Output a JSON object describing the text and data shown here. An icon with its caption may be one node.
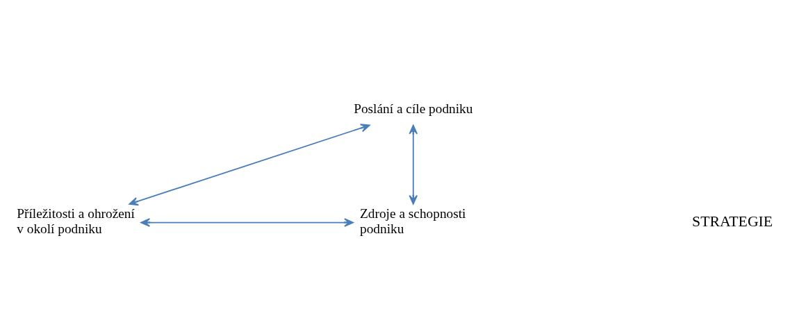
{
  "diagram": {
    "nodes": [
      {
        "text": [
          "Poslání a cíle podniku"
        ]
      },
      {
        "text": [
          "Příležitosti a ohrožení v okolí podniku"
        ]
      },
      {
        "text": [
          "Zdroje a schopnosti podniku"
        ]
      }
    ],
    "edges": [
      {
        "from": 0,
        "to": 1,
        "arrow": "both"
      },
      {
        "from": 0,
        "to": 2,
        "arrow": "both"
      },
      {
        "from": 1,
        "to": 2,
        "arrow": "both"
      }
    ],
    "labels": [
      "STRATEGIE"
    ]
  }
}
